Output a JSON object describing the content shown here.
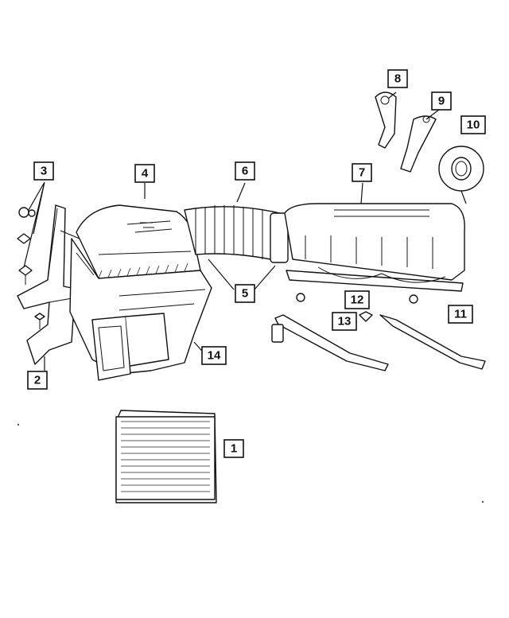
{
  "callouts": [
    {
      "id": "1",
      "label": "1"
    },
    {
      "id": "2",
      "label": "2"
    },
    {
      "id": "3",
      "label": "3"
    },
    {
      "id": "4",
      "label": "4"
    },
    {
      "id": "5",
      "label": "5"
    },
    {
      "id": "6",
      "label": "6"
    },
    {
      "id": "7",
      "label": "7"
    },
    {
      "id": "8",
      "label": "8"
    },
    {
      "id": "9",
      "label": "9"
    },
    {
      "id": "10",
      "label": "10"
    },
    {
      "id": "11",
      "label": "11"
    },
    {
      "id": "12",
      "label": "12"
    },
    {
      "id": "13",
      "label": "13"
    },
    {
      "id": "14",
      "label": "14"
    }
  ],
  "colors": {
    "line": "#111111",
    "background": "#ffffff"
  }
}
